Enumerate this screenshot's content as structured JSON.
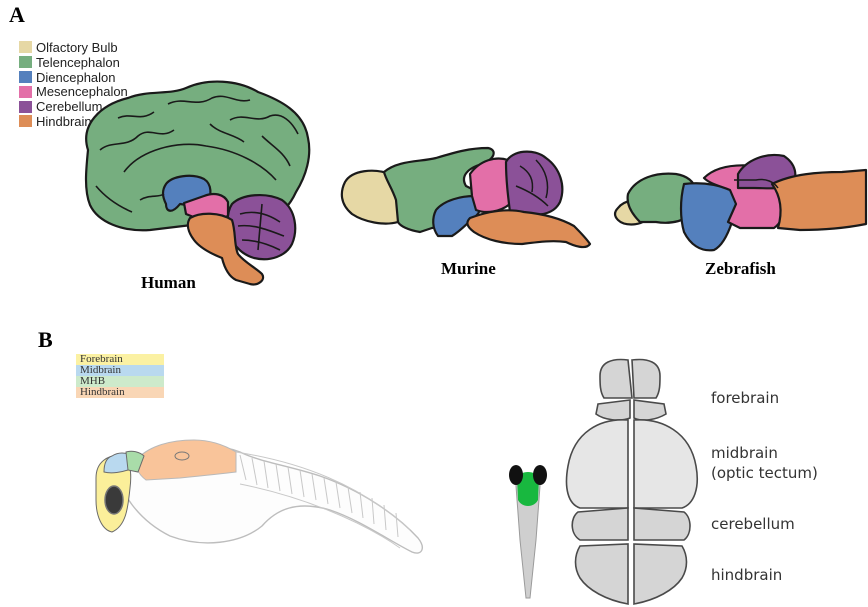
{
  "panels": {
    "a": "A",
    "b": "B"
  },
  "legend_a": [
    {
      "label": "Olfactory Bulb",
      "color": "#e6d8a5"
    },
    {
      "label": "Telencephalon",
      "color": "#76ae7f"
    },
    {
      "label": "Diencephalon",
      "color": "#5480bd"
    },
    {
      "label": "Mesencephalon",
      "color": "#e36fa8"
    },
    {
      "label": "Cerebellum",
      "color": "#8b5198"
    },
    {
      "label": "Hindbrain",
      "color": "#dd8d57"
    }
  ],
  "species": {
    "human": "Human",
    "murine": "Murine",
    "zebrafish": "Zebrafish"
  },
  "legend_b": [
    {
      "label": "Forebrain",
      "color": "#fbf1a3"
    },
    {
      "label": "Midbrain",
      "color": "#b9d9ef"
    },
    {
      "label": "MHB",
      "color": "#cdeacb"
    },
    {
      "label": "Hindbrain",
      "color": "#f9d6b5"
    }
  ],
  "larva_regions": {
    "forebrain": "forebrain",
    "midbrain_line1": "midbrain",
    "midbrain_line2": "(optic tectum)",
    "cerebellum": "cerebellum",
    "hindbrain": "hindbrain"
  }
}
